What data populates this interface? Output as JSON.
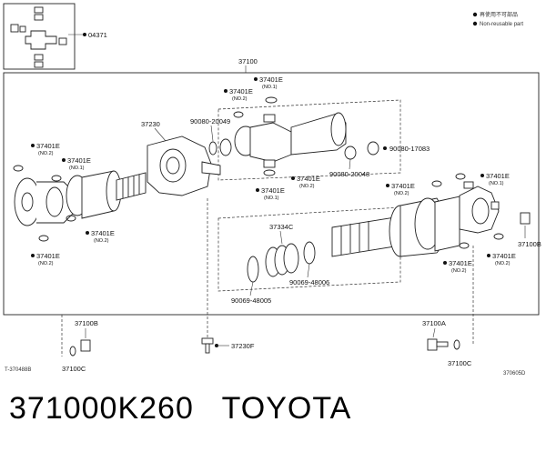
{
  "legend": {
    "item1": "再使用不可部品",
    "item2": "Non-reusable part"
  },
  "footer": {
    "part_number": "371000K260",
    "brand": "TOYOTA"
  },
  "refs": {
    "bottom_left_code": "T-370488B",
    "bottom_right_code": "370605D"
  },
  "labels": {
    "l04371": "04371",
    "l37100": "37100",
    "l37230": "37230",
    "l37334c": "37334C",
    "l37100b_left": "37100B",
    "l37100b_right": "37100B",
    "l37100c_left": "37100C",
    "l37100c_right": "37100C",
    "l37100a": "37100A",
    "l37230f": "37230F",
    "l90080_20049": "90080-20049",
    "l90080_17083": "90080-17083",
    "l90080_20048": "90080-20048",
    "l90069_48005": "90069-48005",
    "l90069_48006": "90069-48006",
    "l37401e_top": "37401E",
    "l37401e_top_no": "(NO.1)",
    "l37401e_2": "37401E",
    "l37401e_2_no": "(NO.2)",
    "l37401e_left1": "37401E",
    "l37401e_left1_no": "(NO.2)",
    "l37401e_left2": "37401E",
    "l37401e_left2_no": "(NO.1)",
    "l37401e_left3": "37401E",
    "l37401e_left3_no": "(NO.2)",
    "l37401e_left4": "37401E",
    "l37401e_left4_no": "(NO.2)",
    "l37401e_mid1": "37401E",
    "l37401e_mid1_no": "(NO.2)",
    "l37401e_mid2": "37401E",
    "l37401e_mid2_no": "(NO.1)",
    "l37401e_r1": "37401E",
    "l37401e_r1_no": "(NO.2)",
    "l37401e_r2": "37401E",
    "l37401e_r2_no": "(NO.1)",
    "l37401e_r3": "37401E",
    "l37401e_r3_no": "(NO.2)",
    "l37401e_r4": "37401E",
    "l37401e_r4_no": "(NO.2)"
  }
}
